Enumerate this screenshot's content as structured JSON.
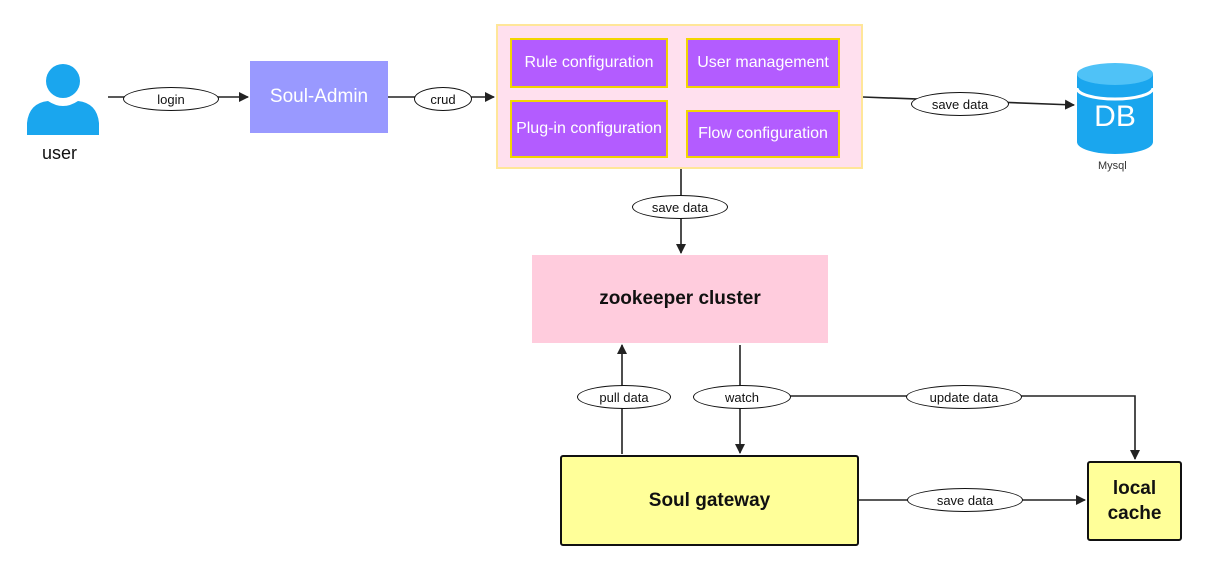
{
  "user": {
    "label": "user"
  },
  "admin": {
    "label": "Soul-Admin"
  },
  "modules": [
    {
      "label": "Rule configuration"
    },
    {
      "label": "User management"
    },
    {
      "label": "Plug-in configuration"
    },
    {
      "label": "Flow configuration"
    }
  ],
  "db": {
    "icon_text": "DB",
    "label": "Mysql"
  },
  "zookeeper": {
    "label": "zookeeper cluster"
  },
  "gateway": {
    "label": "Soul gateway"
  },
  "cache": {
    "label": "local cache"
  },
  "edges": {
    "login": "login",
    "crud": "crud",
    "save_mysql": "save data",
    "save_zk": "save data",
    "pull": "pull data",
    "watch": "watch",
    "update": "update data",
    "save_cache": "save data"
  },
  "colors": {
    "admin": "#9999ff",
    "module": "#b35cff",
    "panel": "#ffe0ee",
    "zookeeper": "#ffccdd",
    "gateway": "#ffff99",
    "db": "#1aa6ee",
    "user": "#1aa6ee"
  }
}
